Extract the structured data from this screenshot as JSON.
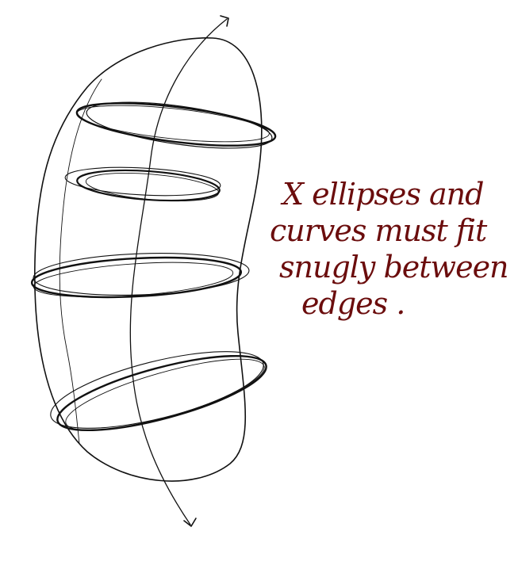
{
  "annotation": {
    "lines": [
      "X ellipses and",
      "curves must fit",
      "snugly between",
      "edges ."
    ]
  },
  "colors": {
    "ink": "#111111",
    "annotation": "#6b0d0d"
  }
}
